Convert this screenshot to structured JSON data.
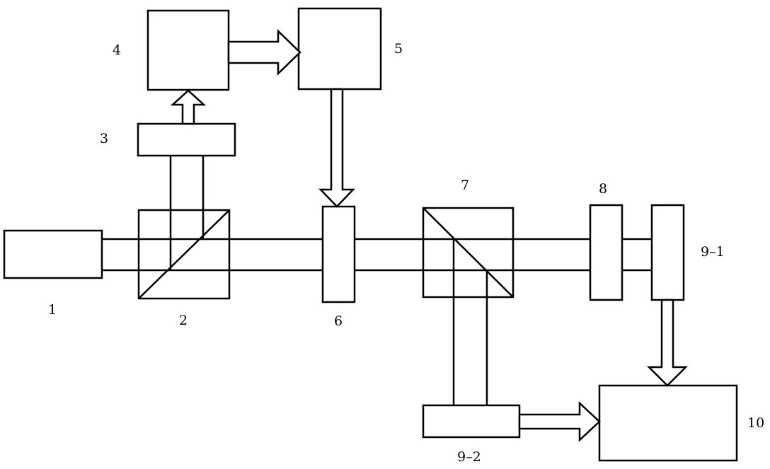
{
  "labels": {
    "b1": "1",
    "b2": "2",
    "b3": "3",
    "b4": "4",
    "b5": "5",
    "b6": "6",
    "b7": "7",
    "b8": "8",
    "b9_1": "9–1",
    "b9_2": "9–2",
    "b10": "10"
  }
}
